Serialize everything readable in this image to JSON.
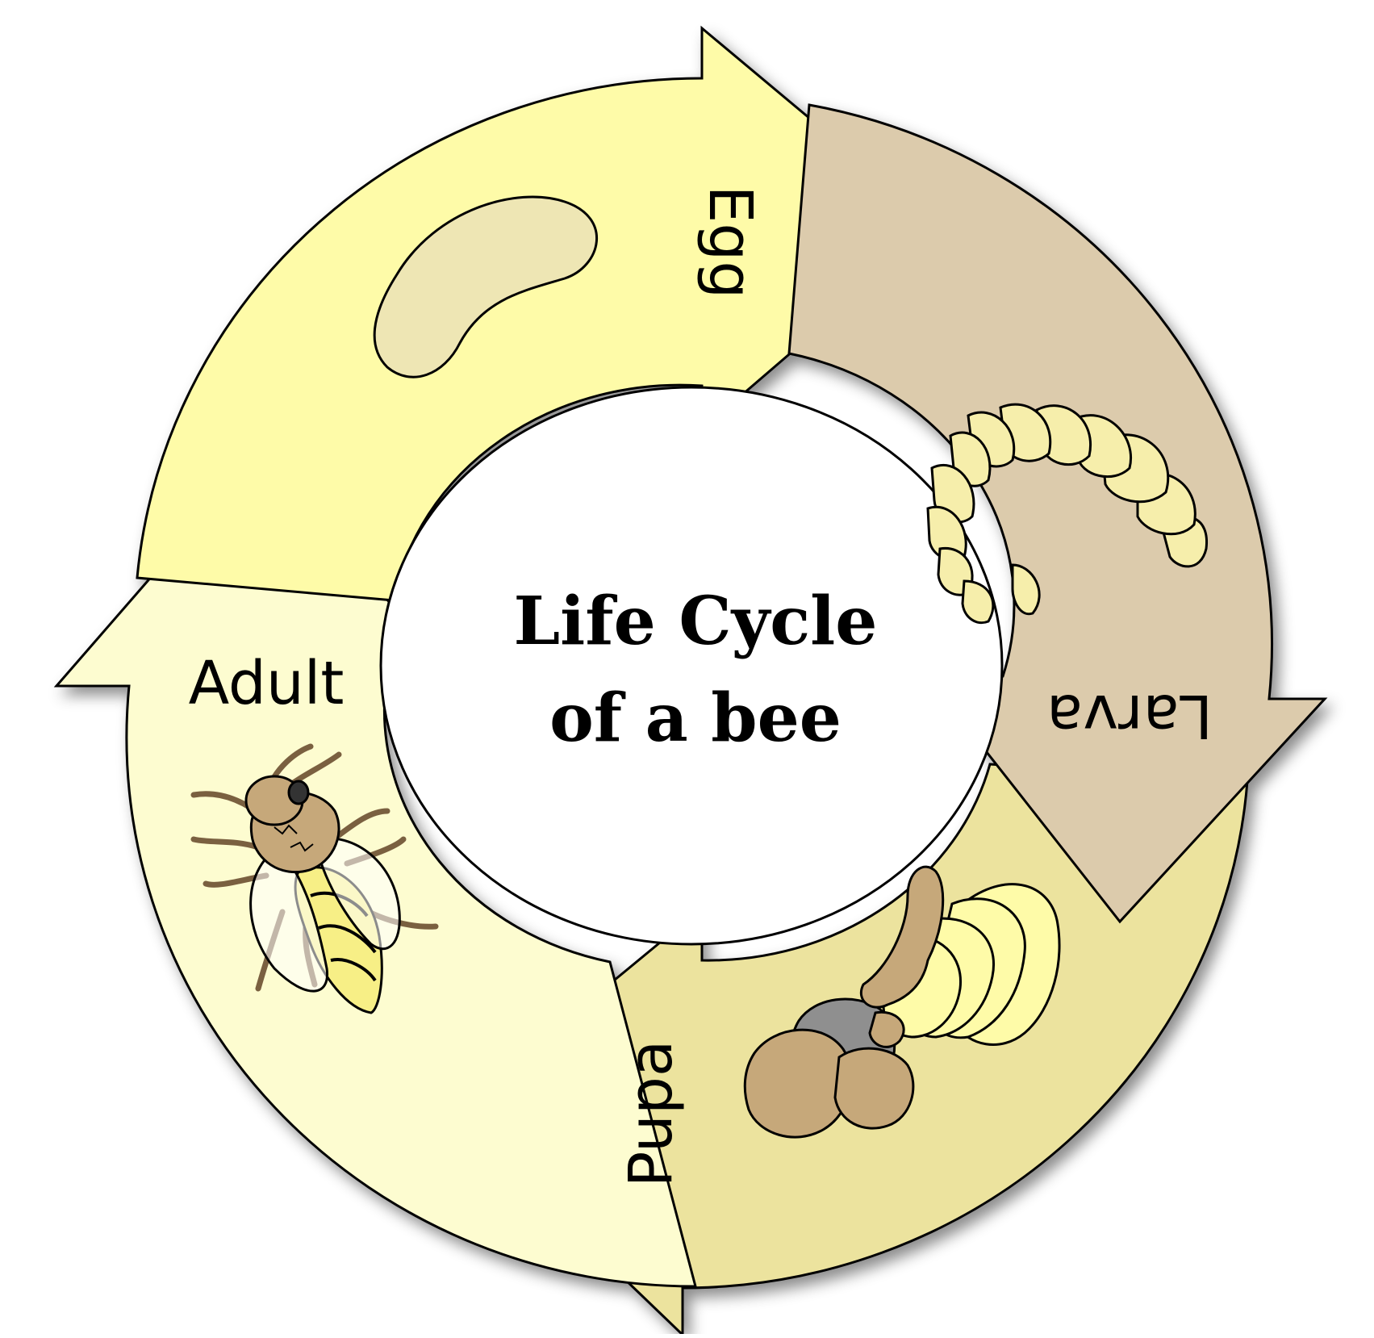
{
  "title": {
    "line1": "Life Cycle",
    "line2": "of a bee"
  },
  "stages": {
    "egg": "Egg",
    "larva": "Larva",
    "pupa": "Pupa",
    "adult": "Adult"
  },
  "colors": {
    "egg_segment": "#fefba8",
    "larva_segment": "#dccbac",
    "pupa_segment": "#ece39e",
    "adult_segment": "#fdfcd0",
    "egg_body": "#eee6b4",
    "larva_body": "#f6eeab",
    "pupa_brown": "#c6a87a",
    "pupa_gray": "#8f8f8f",
    "pupa_yellow": "#fefba8",
    "bee_brown": "#c6a87a",
    "bee_stripe": "#f7ef86",
    "outline": "#000000"
  },
  "icons": [
    "egg-icon",
    "larva-icon",
    "pupa-icon",
    "bee-icon"
  ]
}
